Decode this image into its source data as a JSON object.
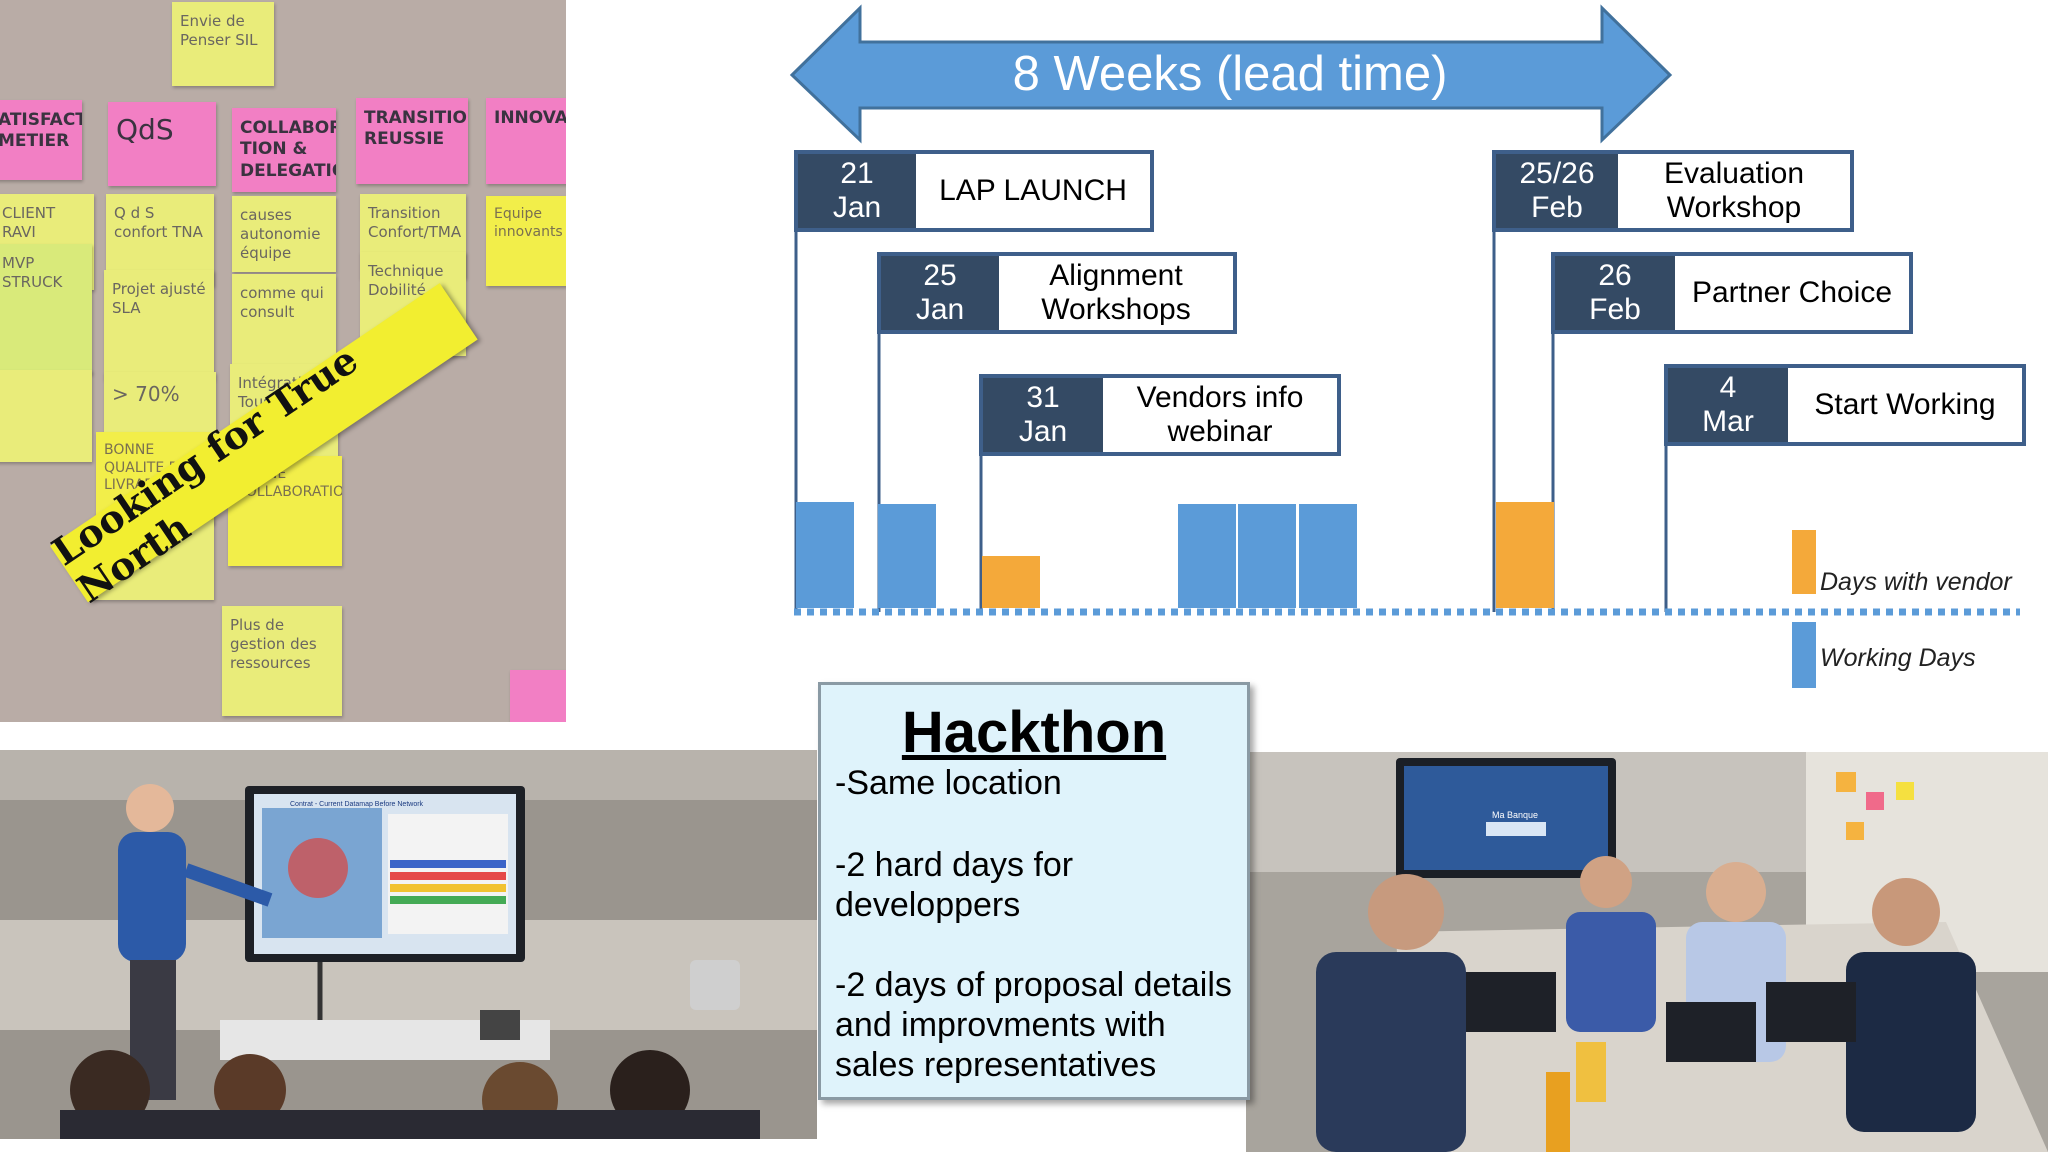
{
  "lead_time": {
    "label": "8 Weeks (lead time)"
  },
  "milestones": [
    {
      "date_line1": "21",
      "date_line2": "Jan",
      "label": "LAP LAUNCH"
    },
    {
      "date_line1": "25",
      "date_line2": "Jan",
      "label": "Alignment Workshops"
    },
    {
      "date_line1": "31",
      "date_line2": "Jan",
      "label": "Vendors info webinar"
    },
    {
      "date_line1": "25/26",
      "date_line2": "Feb",
      "label": "Evaluation Workshop"
    },
    {
      "date_line1": "26",
      "date_line2": "Feb",
      "label": "Partner Choice"
    },
    {
      "date_line1": "4",
      "date_line2": "Mar",
      "label": "Start Working"
    }
  ],
  "day_blocks": [
    {
      "kind": "working"
    },
    {
      "kind": "working"
    },
    {
      "kind": "vendor"
    },
    {
      "kind": "working"
    },
    {
      "kind": "working"
    },
    {
      "kind": "working"
    },
    {
      "kind": "vendor"
    }
  ],
  "legend": {
    "vendor": {
      "label": "Days with vendor",
      "color": "#f4a93a"
    },
    "working": {
      "label": "Working Days",
      "color": "#5b9bd8"
    }
  },
  "hackathon": {
    "title": "Hackthon",
    "lines": [
      "-Same location",
      "-2 hard days for developpers",
      "-2 days of proposal details and improvments with sales representatives"
    ]
  },
  "photo_notes": {
    "banner": "Looking for True North",
    "top_note": "Envie de Penser SIL",
    "headers": [
      "ATISFACTION METIER",
      "QdS",
      "COLLABORA-TION & DELEGATION",
      "TRANSITION REUSSIE",
      "INNOVATI"
    ],
    "notes": [
      "CLIENT RAVI",
      "MVP STRUCK",
      "Q d S confort TNA",
      "Projet ajusté SLA",
      "> 70%",
      "causes autonomie équipe",
      "comme qui consult",
      "Transition Confort/TMA",
      "Technique Dobilité",
      "Intégration Tous/eaux",
      "BONNE QUALITE DES LIVRABLES",
      "BONNE COLLABORATION",
      "Plus de gestion des ressources",
      "Equipe innovants"
    ]
  },
  "photo_presenter": {
    "screen_title": "Contrat - Current Datamap Before Network"
  },
  "photo_team": {
    "screen_title": "Ma Banque"
  },
  "colors": {
    "arrow_fill": "#5b9bd8",
    "arrow_stroke": "#41719c",
    "date_bg": "#344a64",
    "hack_bg": "#dff3fb"
  }
}
